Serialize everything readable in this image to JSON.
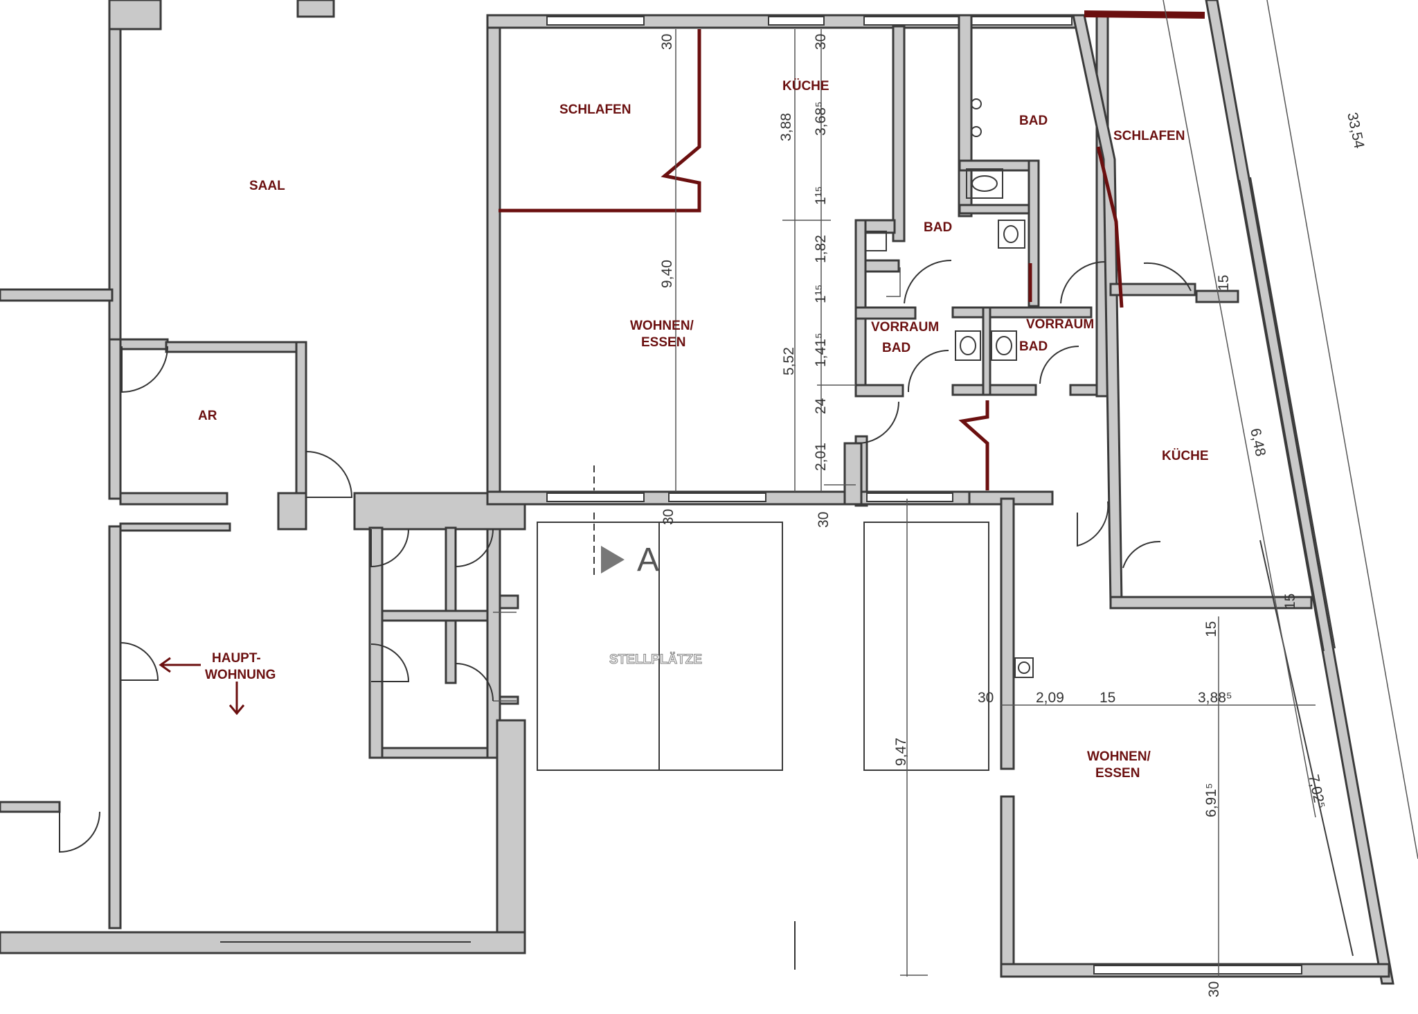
{
  "rooms": {
    "saal": "SAAL",
    "ar": "AR",
    "haupt_line1": "HAUPT-",
    "haupt_line2": "WOHNUNG",
    "schlafen_left": "SCHLAFEN",
    "kueche_top": "KÜCHE",
    "wohnen_left_1": "WOHNEN/",
    "wohnen_left_2": "ESSEN",
    "bad_top_right": "BAD",
    "bad_mid": "BAD",
    "vorraum_left": "VORRAUM",
    "bad_vorraum_left": "BAD",
    "vorraum_right": "VORRAUM",
    "bad_vorraum_right": "BAD",
    "schlafen_right": "SCHLAFEN",
    "kueche_right": "KÜCHE",
    "wohnen_right_1": "WOHNEN/",
    "wohnen_right_2": "ESSEN",
    "stellplaetze": "STELLPLÄTZE"
  },
  "dimensions": {
    "d_30_top_left": "30",
    "d_30_top_right": "30",
    "d_388": "3,88",
    "d_3685": "3,68⁵",
    "d_115_a": "1¹⁵",
    "d_940": "9,40",
    "d_182": "1,82",
    "d_115_b": "1¹⁵",
    "d_1415": "1,41⁵",
    "d_552": "5,52",
    "d_24": "24",
    "d_201": "2,01",
    "d_30_mid_a": "30",
    "d_30_mid_b": "30",
    "d_3354": "33,54",
    "d_648": "6,48",
    "d_15_right_top": "15",
    "d_15_right_mid": "15",
    "d_15_vertical": "15",
    "d_30_h": "30",
    "d_209": "2,09",
    "d_15_h": "15",
    "d_3885": "3,88⁵",
    "d_947": "9,47",
    "d_6915": "6,91⁵",
    "d_7025": "7,02⁵",
    "d_30_bottom": "30"
  },
  "section_marker": {
    "label": "A"
  }
}
